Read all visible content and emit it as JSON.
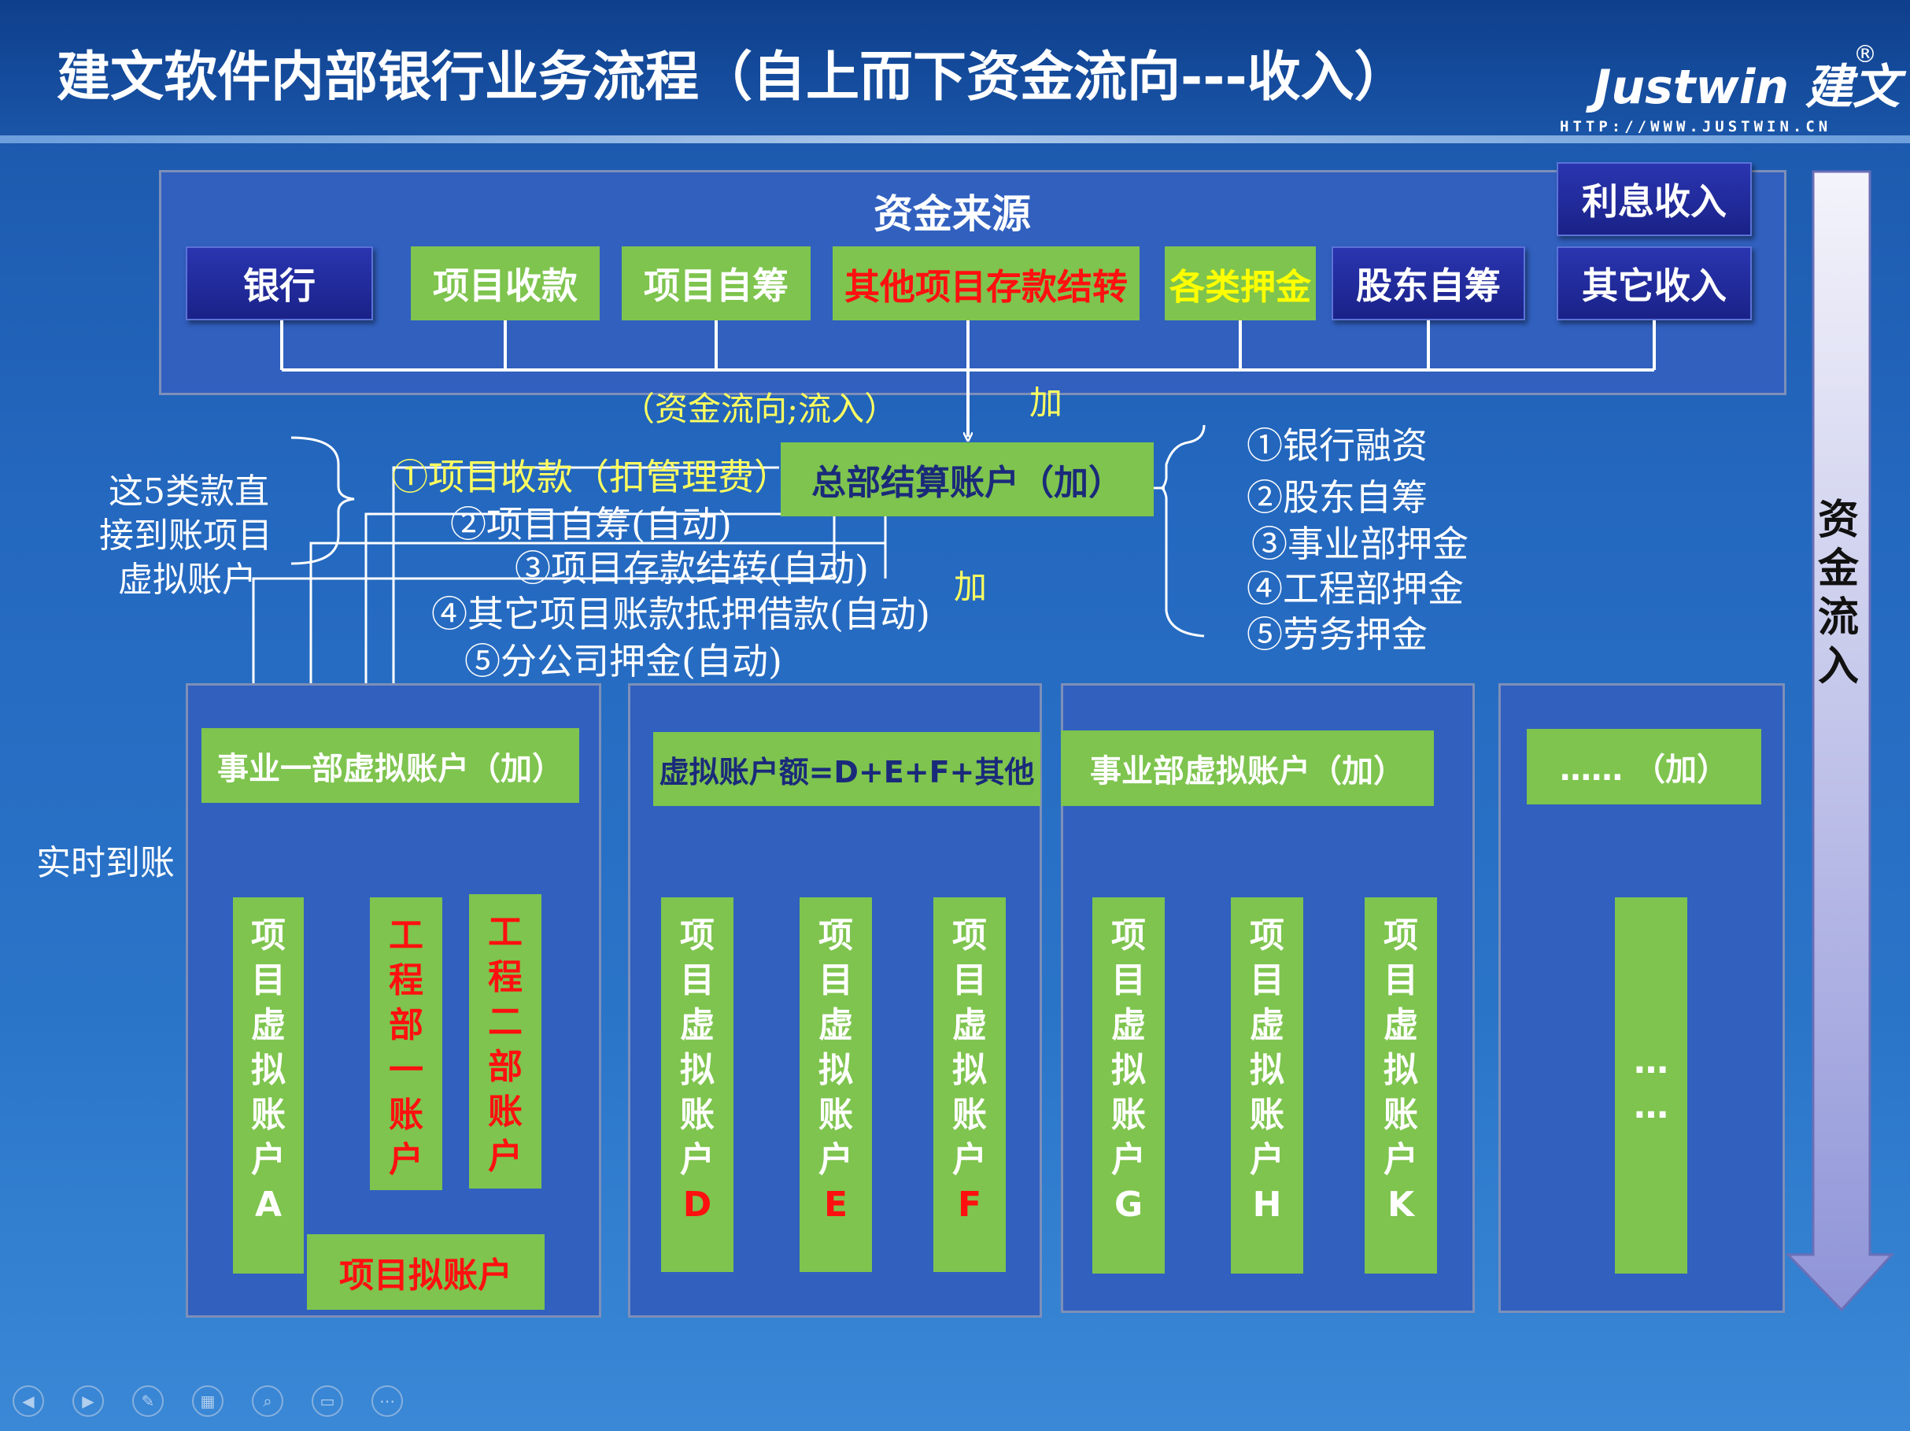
{
  "header": {
    "title": "建文软件内部银行业务流程（自上而下资金流向---收入）",
    "logo_text": "Justwin 建文",
    "logo_reg": "®",
    "logo_url": "HTTP://WWW.JUSTWIN.CN"
  },
  "sources": {
    "title": "资金来源",
    "bank": "银行",
    "project_receipts": "项目收款",
    "project_self_raised": "项目自筹",
    "other_deposit_transfer": "其他项目存款结转",
    "deposits": "各类押金",
    "shareholder": "股东自筹",
    "interest_income": "利息收入",
    "other_income": "其它收入"
  },
  "flow": {
    "direction_label": "（资金流向;流入）",
    "add_top": "加",
    "add_mid": "加",
    "add_left": "加",
    "realtime_label": "实时到账"
  },
  "hq": {
    "account": "总部结算账户（加）",
    "list": [
      "①银行融资",
      "②股东自筹",
      "③事业部押金",
      "④工程部押金",
      "⑤劳务押金"
    ]
  },
  "direct": {
    "note": [
      "这5类款直",
      "接到账项目",
      "虚拟账户"
    ],
    "items": [
      "①项目收款（扣管理费）",
      "②项目自筹(自动)",
      "③项目存款结转(自动)",
      "④其它项目账款抵押借款(自动)",
      "⑤分公司押金(自动)"
    ]
  },
  "panels": {
    "p1": {
      "head": "事业一部虚拟账户（加）",
      "col_a": [
        "项",
        "目",
        "虚",
        "拟",
        "账",
        "户",
        "A"
      ],
      "eng1": [
        "工",
        "程",
        "部",
        "一",
        "账",
        "户"
      ],
      "eng2": [
        "工",
        "程",
        "二",
        "部",
        "账",
        "户"
      ],
      "sub": "项目拟账户"
    },
    "p2": {
      "head": "虚拟账户额=D+E+F+其他",
      "col_d": [
        "项",
        "目",
        "虚",
        "拟",
        "账",
        "户",
        "D"
      ],
      "col_e": [
        "项",
        "目",
        "虚",
        "拟",
        "账",
        "户",
        "E"
      ],
      "col_f": [
        "项",
        "目",
        "虚",
        "拟",
        "账",
        "户",
        "F"
      ]
    },
    "p3": {
      "head": "事业部虚拟账户（加）",
      "col_g": [
        "项",
        "目",
        "虚",
        "拟",
        "账",
        "户",
        "G"
      ],
      "col_h": [
        "项",
        "目",
        "虚",
        "拟",
        "账",
        "户",
        "H"
      ],
      "col_k": [
        "项",
        "目",
        "虚",
        "拟",
        "账",
        "户",
        "K"
      ]
    },
    "p4": {
      "head": "……  （加）",
      "col": [
        "…",
        "…"
      ]
    }
  },
  "side_arrow": {
    "label": [
      "资",
      "金",
      "流",
      "入"
    ]
  },
  "controls": [
    "prev-icon",
    "next-icon",
    "pen-icon",
    "slides-icon",
    "zoom-icon",
    "screen-icon",
    "more-icon"
  ],
  "colors": {
    "background": "#2468bf",
    "panel": "#3160bf",
    "green_box": "#7ec44e",
    "navy_box": "#1a2288",
    "red_text": "#ff1010",
    "yellow_text": "#ffff00",
    "dark_text": "#1a2a7a"
  }
}
